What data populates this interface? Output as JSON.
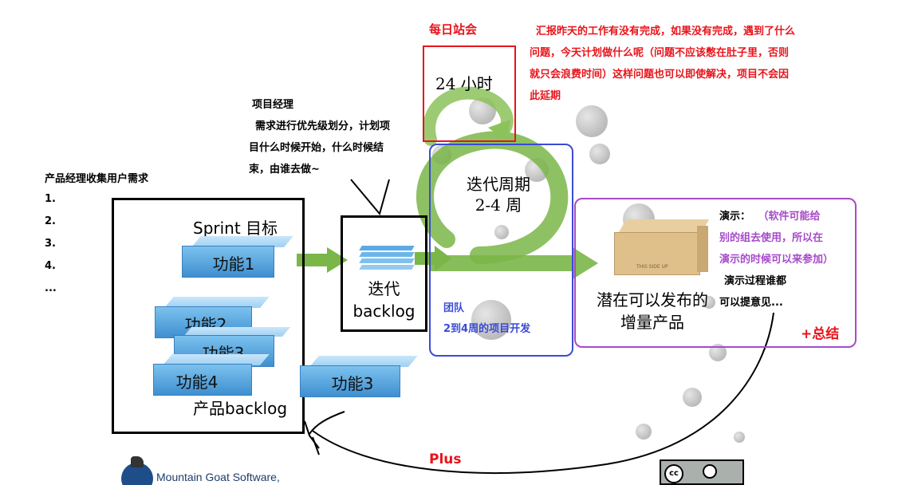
{
  "daily_standup": {
    "title": "每日站会",
    "hours": "24 小时",
    "description_lines": [
      "汇报昨天的工作有没有完成，如果没有完成，遇到了什么",
      "问题，今天计划做什么呢（问题不应该憋在肚子里，否则",
      "就只会浪费时间）这样问题也可以即使解决，项目不会因",
      "此延期"
    ]
  },
  "project_manager": {
    "title": "项目经理",
    "lines": [
      "需求进行优先级划分，计划项",
      "目什么时候开始，什么时候结",
      "束，由谁去做~"
    ]
  },
  "product_manager": {
    "title": "产品经理收集用户需求",
    "list": [
      "1.",
      "2.",
      "3.",
      "4.",
      "..."
    ]
  },
  "product_backlog": {
    "sprint_goal": "Sprint 目标",
    "label": "产品backlog",
    "features": [
      "功能1",
      "功能2",
      "功能3",
      "功能4",
      "功能3"
    ]
  },
  "iteration_backlog": {
    "line1": "迭代",
    "line2": "backlog"
  },
  "iteration_cycle": {
    "line1": "迭代周期",
    "line2": "2-4 周",
    "team_title": "团队",
    "team_desc": "2到4周的项目开发"
  },
  "increment": {
    "line1": "潜在可以发布的",
    "line2": "增量产品",
    "box_text": "THIS SIDE UP"
  },
  "demo": {
    "title": "演示：",
    "purple_lines": [
      "（软件可能给",
      "别的组去使用，所以在",
      "演示的时候可以来参加）"
    ],
    "process_lines": [
      "演示过程谁都",
      "可以提意见..."
    ],
    "summary": "+总结"
  },
  "plus_label": "Plus",
  "footer": {
    "company": "Mountain Goat Software,"
  },
  "colors": {
    "red": "#e8141b",
    "purple": "#a64ac9",
    "blue": "#3b4bd6",
    "green_arrow": "#7ab648",
    "feature_blue": "#5aaae4"
  }
}
